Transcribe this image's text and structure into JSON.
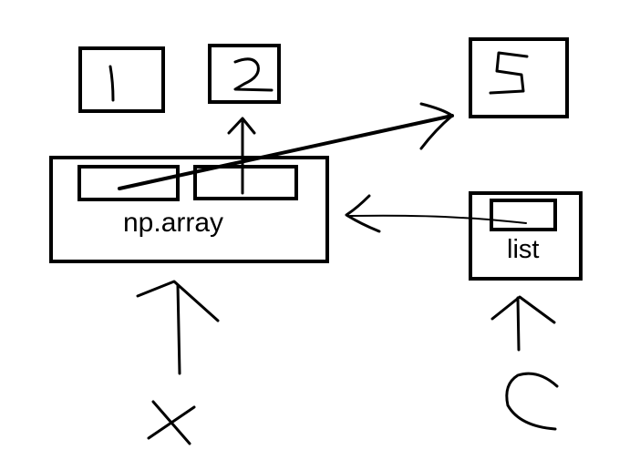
{
  "nodes": {
    "np_array": {
      "label": "np.array"
    },
    "list": {
      "label": "list"
    },
    "value_1": {
      "glyph": "1"
    },
    "value_2": {
      "glyph": "2"
    },
    "value_5": {
      "glyph": "5"
    },
    "var_x": {
      "glyph": "x"
    },
    "var_c": {
      "glyph": "c"
    }
  }
}
